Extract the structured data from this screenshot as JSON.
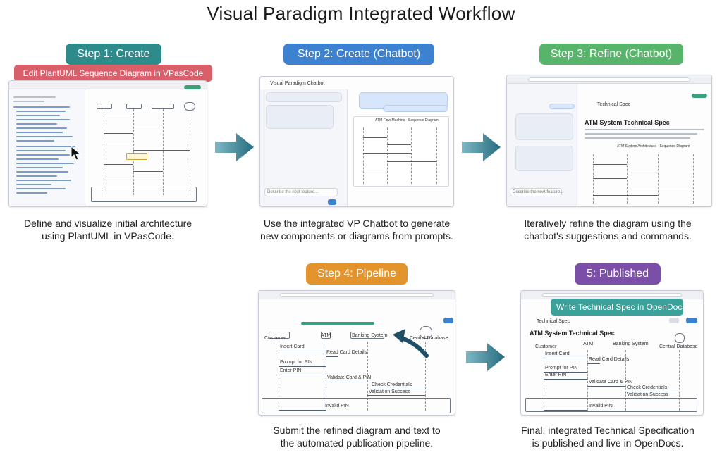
{
  "title": "Visual Paradigm Integrated Workflow",
  "steps": [
    {
      "label": "Step 1: Create",
      "badge": "Edit PlantUML Sequence Diagram in VPasCode",
      "caption_line1": "Define and visualize initial architecture",
      "caption_line2": "using PlantUML in VPasCode."
    },
    {
      "label": "Step 2: Create (Chatbot)",
      "caption_line1": "Use the integrated VP Chatbot to generate",
      "caption_line2": "new components or diagrams from prompts.",
      "window_title": "Visual Paradigm Chatbot",
      "diagram_title": "ATM Flow Machine - Sequence Diagram",
      "input_placeholder": "Describe the next feature..."
    },
    {
      "label": "Step 3: Refine (Chatbot)",
      "caption_line1": "Iteratively refine the diagram using the",
      "caption_line2": "chatbot's suggestions and commands.",
      "doc_tab": "Technical Spec",
      "doc_heading": "ATM System Technical Spec",
      "diagram_title": "ATM System Architecture - Sequence Diagram",
      "input_placeholder": "Describe the next feature..."
    },
    {
      "label": "Step 4: Pipeline",
      "caption_line1": "Submit the refined diagram and text to",
      "caption_line2": "the automated publication pipeline.",
      "lifelines": [
        "Customer",
        "ATM",
        "Banking System",
        "Central Database"
      ],
      "messages": [
        "Insert Card",
        "Read Card Details",
        "Prompt for PIN",
        "Enter PIN",
        "Validate Card & PIN",
        "Check Credentials",
        "Validation Success",
        "Invalid PIN"
      ]
    },
    {
      "label": "5: Published",
      "badge": "Write Technical Spec in OpenDocs",
      "caption_line1": "Final, integrated Technical Specification",
      "caption_line2": "is published and live in OpenDocs.",
      "doc_tab": "Technical Spec",
      "doc_heading": "ATM System Technical Spec",
      "lifelines": [
        "Customer",
        "ATM",
        "Banking System",
        "Central Database"
      ],
      "messages": [
        "Insert Card",
        "Read Card Details",
        "Prompt for PIN",
        "Enter PIN",
        "Validate Card & PIN",
        "Check Credentials",
        "Validation Success",
        "Invalid PIN"
      ]
    }
  ],
  "colors": {
    "teal": "#2e8b8b",
    "blue": "#3d82d0",
    "green": "#58b46a",
    "orange": "#e3932c",
    "purple": "#7b4fa7",
    "badge_red": "#d9606a",
    "badge_teal": "#3aa29a",
    "flow_arrow": "#256c7e"
  },
  "icons": [
    "flow-arrow-icon",
    "cursor-icon",
    "curved-arrow-icon"
  ]
}
